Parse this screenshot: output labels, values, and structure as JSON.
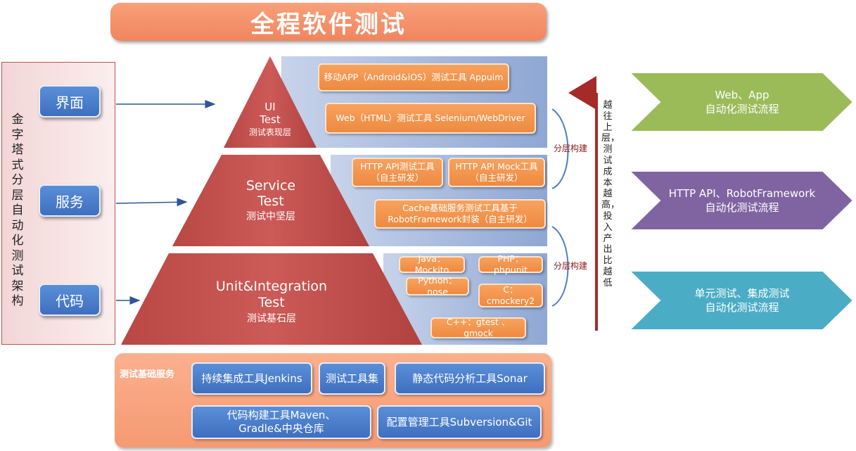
{
  "title": "全程软件测试",
  "side_title": "金字塔式分层自动化测试架构",
  "layers": [
    {
      "button": "界面",
      "line1": "UI",
      "line2": "Test",
      "sub": "测试表现层"
    },
    {
      "button": "服务",
      "line1": "Service",
      "line2": "Test",
      "sub": "测试中坚层"
    },
    {
      "button": "代码",
      "line1": "Unit&Integration",
      "line2": "Test",
      "sub": "测试基石层"
    }
  ],
  "ui_tools": [
    "移动APP（Android&iOS）测试工具 Appuim",
    "Web（HTML）测试工具 Selenium/WebDriver"
  ],
  "service_tools": [
    {
      "l1": "HTTP API测试工具",
      "l2": "（自主研发）"
    },
    {
      "l1": "HTTP API Mock工具",
      "l2": "（自主研发）"
    },
    {
      "l1": "Cache基础服务测试工具基于",
      "l2": "RobotFramework封装（自主研发）"
    }
  ],
  "unit_tools": [
    "Java：Mockito",
    "PHP：phpunit",
    "Python：nose",
    "C：cmockery2",
    "C++：gtest 、gmock"
  ],
  "layer_build": "分层构建",
  "cost_note": "越往上层，测试成本越高，投入产出比越低",
  "foundation": {
    "title": "测试基础服务",
    "items": [
      "持续集成工具Jenkins",
      "测试工具集",
      "静态代码分析工具Sonar",
      "代码构建工具Maven、",
      "Gradle&中央仓库",
      "配置管理工具Subversion&Git"
    ]
  },
  "flows": [
    {
      "l1": "Web、App",
      "l2": "自动化测试流程",
      "color": "#9bbb59"
    },
    {
      "l1": "HTTP API、RobotFramework",
      "l2": "自动化测试流程",
      "color": "#8064a2"
    },
    {
      "l1": "单元测试、集成测试",
      "l2": "自动化测试流程",
      "color": "#4bacc6"
    }
  ],
  "colors": {
    "pyramid": "#c0504d",
    "title_bar": "#f79b74",
    "button": "#4f81bd",
    "tool": "#f79646",
    "cost_arrow": "#a52a2a"
  }
}
